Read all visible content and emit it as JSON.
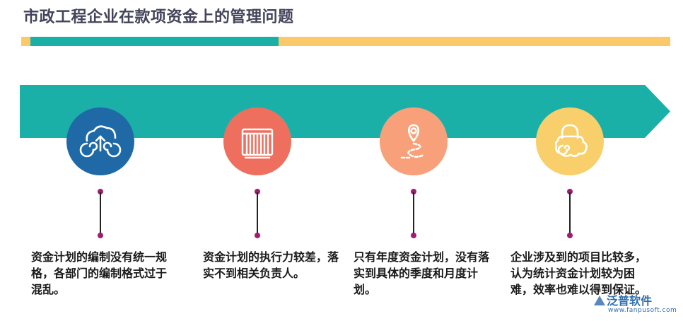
{
  "title": "市政工程企业在款项资金上的管理问题",
  "colors": {
    "teal": "#1bb0a7",
    "yellow": "#fbc96a",
    "blue": "#1f6aa6",
    "red": "#ef6f5f",
    "orange": "#f7a079",
    "gold": "#f8cf6a",
    "dot": "#a01b76"
  },
  "items": [
    {
      "icon": "cloud-upload-icon",
      "text": "资金计划的编制没有统一规格，各部门的编制格式过于混乱。"
    },
    {
      "icon": "gate-icon",
      "text": "资金计划的执行力较差，落实不到相关负责人。"
    },
    {
      "icon": "map-route-icon",
      "text": "只有年度资金计划，没有落实到具体的季度和月度计划。"
    },
    {
      "icon": "cloud-lock-icon",
      "text": "企业涉及到的项目比较多，认为统计资金计划较为困难，效率也难以得到保证。"
    }
  ],
  "watermark": {
    "name": "泛普软件",
    "url": "www.fanpusoft.com"
  }
}
